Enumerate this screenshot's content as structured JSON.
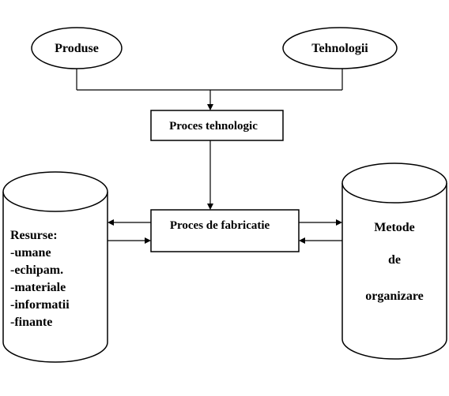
{
  "nodes": {
    "produse": {
      "label": "Produse"
    },
    "tehnologii": {
      "label": "Tehnologii"
    },
    "proces_tehnologic": {
      "label": "Proces tehnologic"
    },
    "proces_fabricatie": {
      "label": "Proces de fabricatie"
    },
    "resurse": {
      "title": "Resurse:",
      "items": [
        "-umane",
        "-echipam.",
        "-materiale",
        "-informatii",
        "-finante"
      ]
    },
    "metode": {
      "lines": [
        "Metode",
        "de",
        "organizare"
      ]
    }
  }
}
